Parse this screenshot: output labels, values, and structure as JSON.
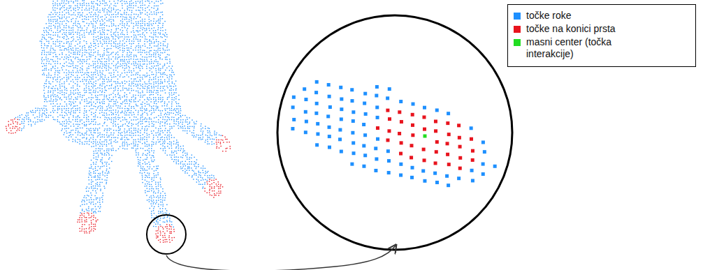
{
  "diagram": {
    "legend": [
      {
        "text": "točke roke",
        "color": "#1e90ff"
      },
      {
        "text": "točke na konici prsta",
        "color": "#e8141e"
      },
      {
        "text": "masni center (točka interakcije)",
        "color": "#22dd22"
      }
    ]
  }
}
